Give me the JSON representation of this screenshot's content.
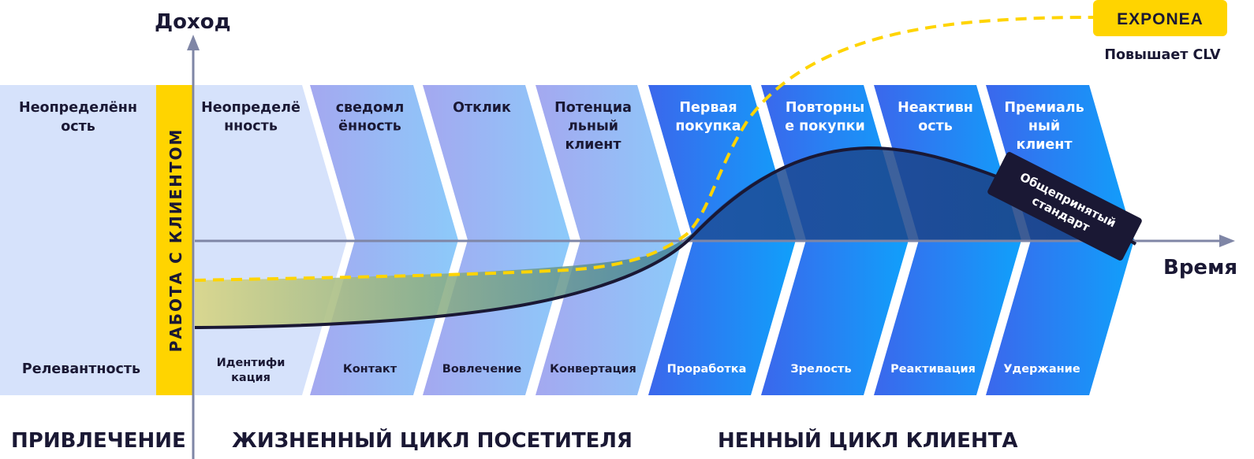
{
  "axes": {
    "y_title": "Доход",
    "x_title": "Время"
  },
  "brand": {
    "logo_text": "EXPONEA",
    "tagline": "Повышает CLV"
  },
  "vertical_band": {
    "label": "РАБОТА С КЛИЕНТОМ"
  },
  "left_panel": {
    "top_label_1": "Неопределённ",
    "top_label_2": "ость",
    "bottom_label": "Релевантность"
  },
  "stages": [
    {
      "top": [
        "Неопределё",
        "нность"
      ],
      "bottom": [
        "Идентифи",
        "кация"
      ]
    },
    {
      "top": [
        "сведомл",
        "ённость"
      ],
      "bottom": [
        "Контакт"
      ]
    },
    {
      "top": [
        "Отклик"
      ],
      "bottom": [
        "Вовлечение"
      ]
    },
    {
      "top": [
        "Потенциа",
        "льный",
        "клиент"
      ],
      "bottom": [
        "Конвертация"
      ]
    },
    {
      "top": [
        "Первая",
        "покупка"
      ],
      "bottom": [
        "Проработка"
      ]
    },
    {
      "top": [
        "Повторны",
        "е покупки"
      ],
      "bottom": [
        "Зрелость"
      ]
    },
    {
      "top": [
        "Неактивн",
        "ость"
      ],
      "bottom": [
        "Реактивация"
      ]
    },
    {
      "top": [
        "Премиаль",
        "ный",
        "клиент"
      ],
      "bottom": [
        "Удержание"
      ]
    }
  ],
  "curve_badge": {
    "line1": "Общепринятый",
    "line2": "стандарт"
  },
  "sections": {
    "left": "ПРИВЛЕЧЕНИЕ",
    "middle": "ЖИЗНЕННЫЙ ЦИКЛ ПОСЕТИТЕЛЯ",
    "right": "НЕННЫЙ ЦИКЛ КЛИЕНТА"
  },
  "colors": {
    "dark": "#1a1834",
    "yellow": "#ffd400",
    "axis": "#7f86a6",
    "left_panel": "#d6e2fb",
    "light_stage": "#d6e2fb",
    "periwinkle": "#a4acf0",
    "sky": "#8ec6fa",
    "blue_dark": "#3b6ded",
    "blue_light": "#129dfa"
  }
}
